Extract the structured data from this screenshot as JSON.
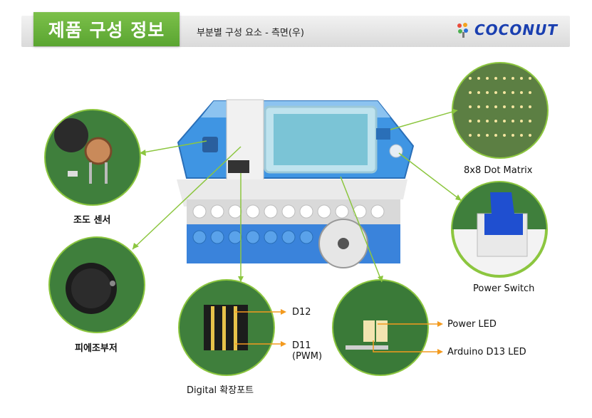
{
  "header": {
    "title": "제품 구성 정보",
    "subtitle": "부분별 구성 요소 - 측면(우)",
    "logo": "COCONUT"
  },
  "labels": {
    "light_sensor": "조도 센서",
    "piezo": "피에조부저",
    "digital_port": "Digital 확장포트",
    "d12": "D12",
    "d11": "D11\n(PWM)",
    "dot_matrix": "8x8 Dot Matrix",
    "power_switch": "Power Switch",
    "power_led": "Power LED",
    "d13_led": "Arduino D13 LED"
  },
  "colors": {
    "title_green": "#6bb43d",
    "callout_green": "#8cc63f",
    "callout_orange": "#f39a1e",
    "robot_blue": "#3a8ee0",
    "logo_blue": "#1a3fb0"
  }
}
